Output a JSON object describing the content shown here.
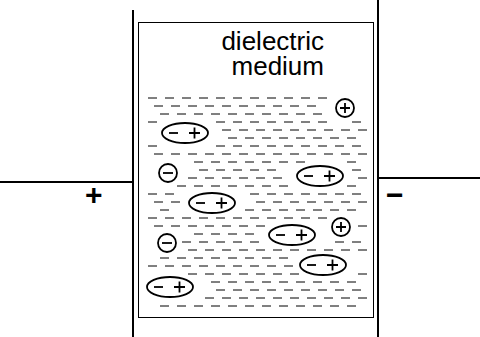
{
  "diagram": {
    "nodes": [
      {
        "text": [
          "dielectric medium"
        ]
      }
    ],
    "labels": [
      "+",
      "−"
    ]
  }
}
